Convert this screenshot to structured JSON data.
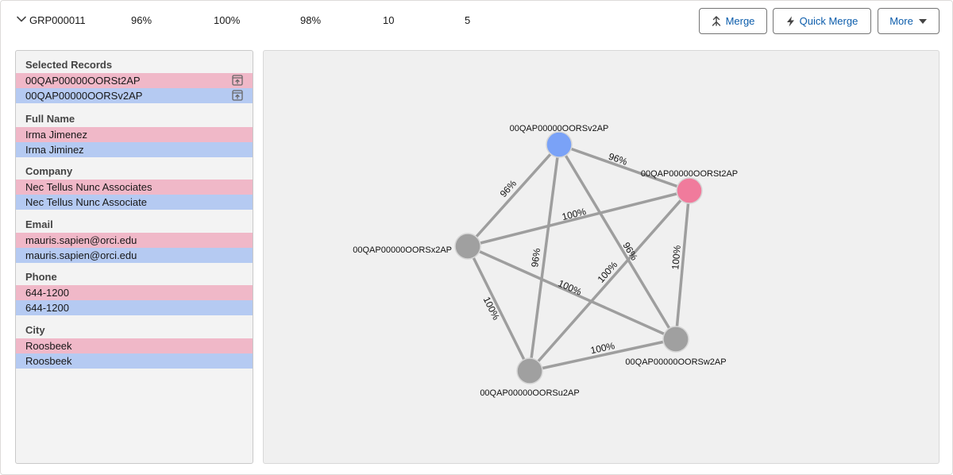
{
  "group": {
    "id": "GRP000011",
    "stats": [
      "96%",
      "100%",
      "98%",
      "10",
      "5"
    ]
  },
  "actions": {
    "merge": "Merge",
    "quick_merge": "Quick Merge",
    "more": "More"
  },
  "fields": {
    "selected_records": {
      "title": "Selected Records",
      "values": [
        "00QAP00000OORSt2AP",
        "00QAP00000OORSv2AP"
      ]
    },
    "full_name": {
      "title": "Full Name",
      "values": [
        "Irma Jimenez",
        "Irma Jiminez"
      ]
    },
    "company": {
      "title": "Company",
      "values": [
        "Nec Tellus Nunc Associates",
        "Nec Tellus Nunc Associate"
      ]
    },
    "email": {
      "title": "Email",
      "values": [
        "mauris.sapien@orci.edu",
        "mauris.sapien@orci.edu"
      ]
    },
    "phone": {
      "title": "Phone",
      "values": [
        "644-1200",
        "644-1200"
      ]
    },
    "city": {
      "title": "City",
      "values": [
        "Roosbeek",
        "Roosbeek"
      ]
    }
  },
  "graph": {
    "nodes": [
      {
        "id": "v2",
        "label": "00QAP00000OORSv2AP",
        "color": "#7aa2f7"
      },
      {
        "id": "t2",
        "label": "00QAP00000OORSt2AP",
        "color": "#f07b9c"
      },
      {
        "id": "x2",
        "label": "00QAP00000OORSx2AP",
        "color": "#a0a0a0"
      },
      {
        "id": "w2",
        "label": "00QAP00000OORSw2AP",
        "color": "#a0a0a0"
      },
      {
        "id": "u2",
        "label": "00QAP00000OORSu2AP",
        "color": "#a0a0a0"
      }
    ],
    "edges": [
      {
        "from": "v2",
        "to": "t2",
        "label": "96%"
      },
      {
        "from": "v2",
        "to": "x2",
        "label": "96%"
      },
      {
        "from": "v2",
        "to": "w2",
        "label": "96%"
      },
      {
        "from": "v2",
        "to": "u2",
        "label": "96%"
      },
      {
        "from": "t2",
        "to": "x2",
        "label": "100%"
      },
      {
        "from": "t2",
        "to": "w2",
        "label": "100%"
      },
      {
        "from": "t2",
        "to": "u2",
        "label": "100%"
      },
      {
        "from": "x2",
        "to": "w2",
        "label": "100%"
      },
      {
        "from": "x2",
        "to": "u2",
        "label": "100%"
      },
      {
        "from": "w2",
        "to": "u2",
        "label": "100%"
      }
    ],
    "edge_color": "#9e9e9e"
  },
  "colors": {
    "record_a": "#f0b8c8",
    "record_b": "#b5caf2",
    "link": "#0b5cab"
  }
}
